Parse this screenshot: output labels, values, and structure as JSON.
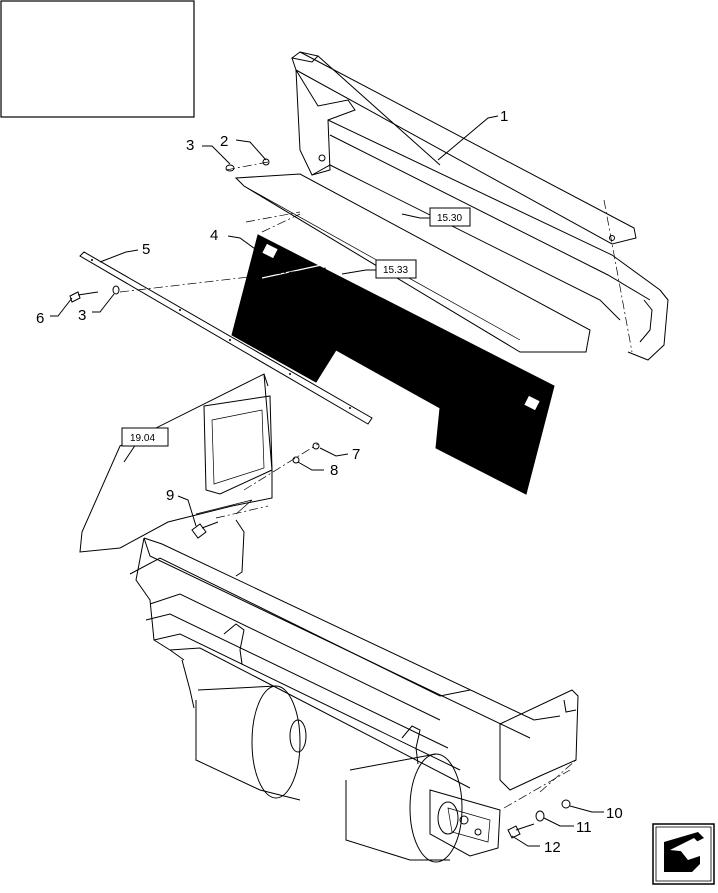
{
  "callouts": {
    "c1": "1",
    "c2": "2",
    "c3a": "3",
    "c3b": "3",
    "c4": "4",
    "c5": "5",
    "c6": "6",
    "c7": "7",
    "c8": "8",
    "c9": "9",
    "c10": "10",
    "c11": "11",
    "c12": "12"
  },
  "references": {
    "r1530": "15.30",
    "r1533": "15.33",
    "r1904": "19.04"
  },
  "colors": {
    "ink": "#000000",
    "panel_fill": "#000000",
    "paper": "#ffffff"
  },
  "icons": {
    "nav": "next-page-arrow-icon"
  }
}
